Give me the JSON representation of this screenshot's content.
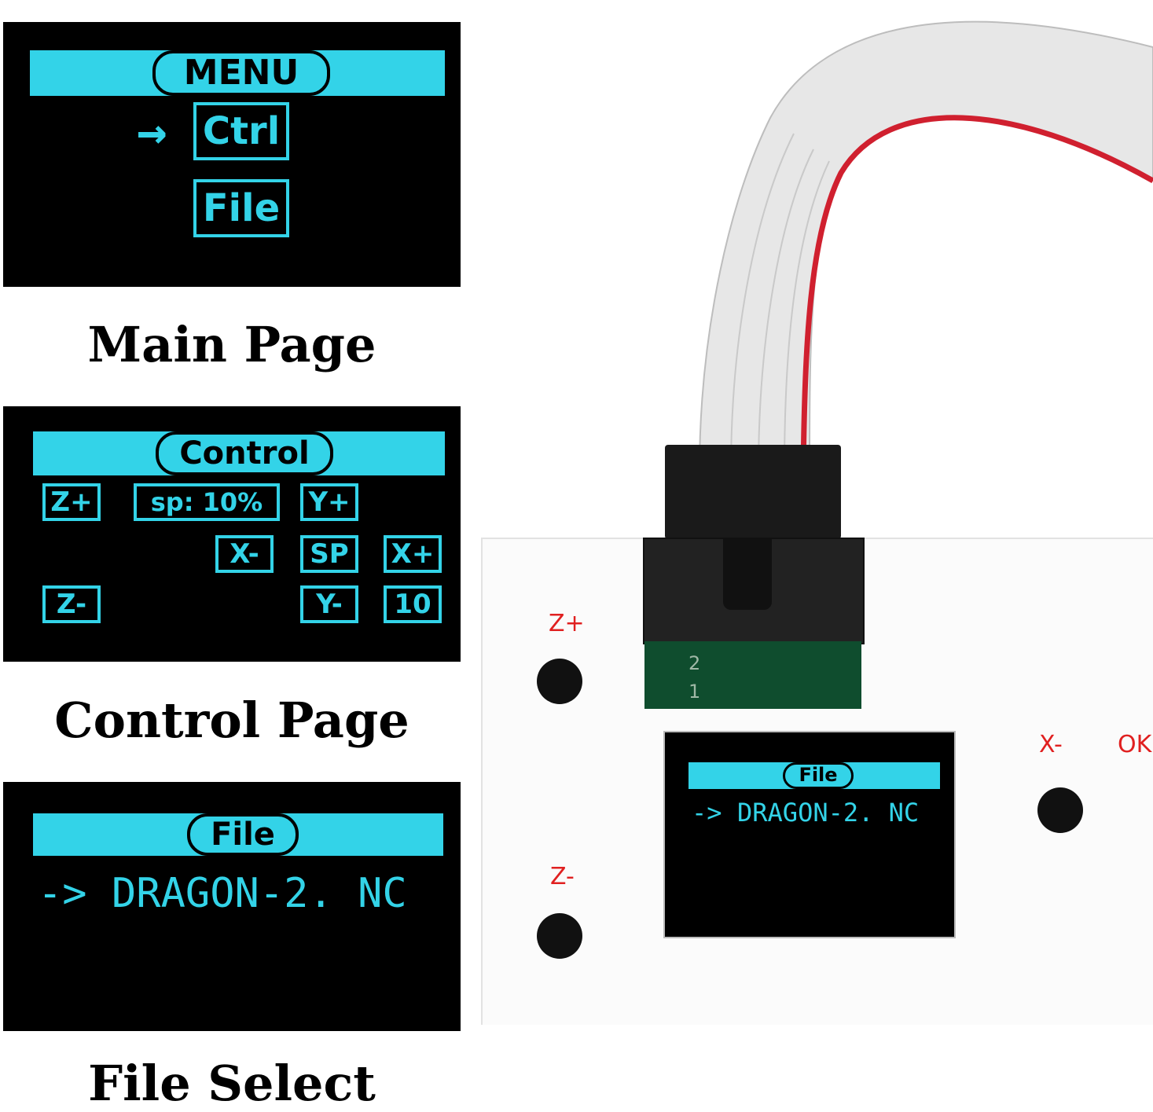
{
  "main_page": {
    "header": "MENU",
    "items": [
      {
        "label": "Ctrl",
        "selected": true
      },
      {
        "label": "File",
        "selected": false
      }
    ],
    "selector": "→",
    "caption": "Main Page"
  },
  "control_page": {
    "header": "Control",
    "buttons": {
      "z_plus": "Z+",
      "speed": "sp: 10%",
      "y_plus": "Y+",
      "x_minus": "X-",
      "sp": "SP",
      "x_plus": "X+",
      "z_minus": "Z-",
      "y_minus": "Y-",
      "step": "10"
    },
    "caption": "Control Page"
  },
  "file_page": {
    "header": "File",
    "selector": "->",
    "filename": "DRAGON-2. NC",
    "caption": "File Select"
  },
  "device": {
    "button_labels": {
      "z_plus": "Z+",
      "z_minus": "Z-",
      "x_minus": "X-",
      "ok": "OK"
    },
    "pin_labels": [
      "2",
      "1"
    ],
    "screen": {
      "header": "File",
      "selector": "->",
      "filename": "DRAGON-2. NC"
    }
  },
  "colors": {
    "oled_cyan": "#33d3e8",
    "label_red": "#e02020",
    "pcb_green": "#0f4d2e"
  }
}
